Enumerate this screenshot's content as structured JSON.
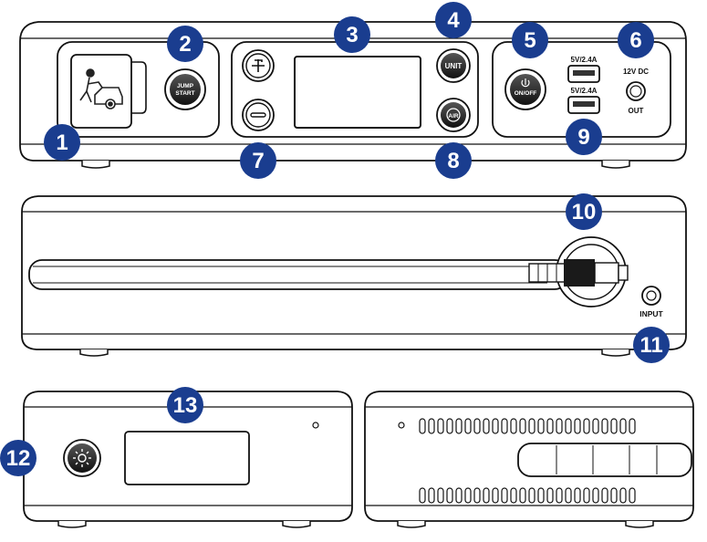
{
  "title": "Jump starter product diagram",
  "colors": {
    "badge": "#1a3d8f",
    "outline": "#111111",
    "button": "#333333"
  },
  "front_view": {
    "jump_start_label_line1": "JUMP",
    "jump_start_label_line2": "START",
    "unit_button_label": "UNIT",
    "air_button_label": "AIR",
    "power_button_label": "ON/OFF",
    "usb_top_label": "5V/2.4A",
    "usb_bottom_label": "5V/2.4A",
    "dc_out_label_top": "12V DC",
    "dc_out_label_bottom": "OUT",
    "icons": [
      "car-jump-icon",
      "plus-icon",
      "minus-icon",
      "power-icon",
      "usb-port-icon"
    ]
  },
  "side_view": {
    "input_label": "INPUT",
    "icons": [
      "air-hose-icon",
      "input-port-icon"
    ]
  },
  "end_view": {
    "icons": [
      "light-icon",
      "vent-icon"
    ]
  },
  "callouts": [
    "1",
    "2",
    "3",
    "4",
    "5",
    "6",
    "7",
    "8",
    "9",
    "10",
    "11",
    "12",
    "13"
  ]
}
